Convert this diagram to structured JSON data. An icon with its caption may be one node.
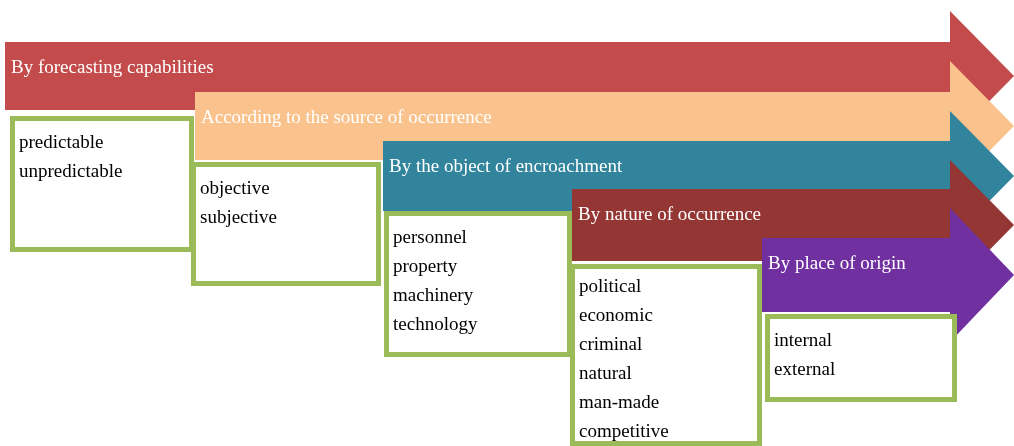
{
  "diagram": {
    "nodes": [
      {
        "text": [
          "By forecasting capabilities"
        ]
      },
      {
        "text": [
          "predictable",
          "unpredictable"
        ]
      },
      {
        "text": [
          "According to the source of occurrence"
        ]
      },
      {
        "text": [
          "objective",
          "subjective"
        ]
      },
      {
        "text": [
          "By the object of encroachment"
        ]
      },
      {
        "text": [
          "personnel",
          "property",
          "machinery",
          "technology"
        ]
      },
      {
        "text": [
          "By nature of occurrence"
        ]
      },
      {
        "text": [
          "political",
          "economic",
          "criminal",
          "natural",
          "man-made",
          "competitive"
        ]
      },
      {
        "text": [
          "By place of origin"
        ]
      },
      {
        "text": [
          "internal",
          "external"
        ]
      }
    ],
    "edges": []
  }
}
